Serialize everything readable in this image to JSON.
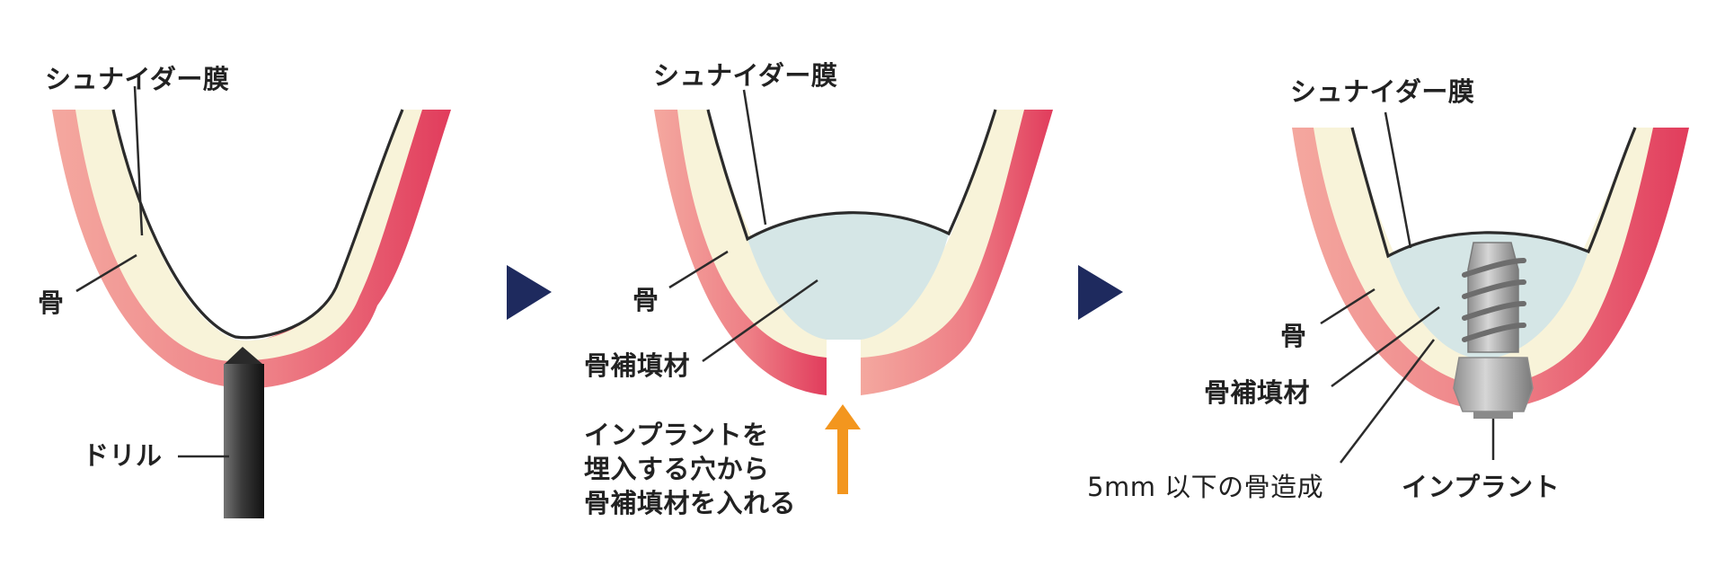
{
  "panel1": {
    "membrane_label": "シュナイダー膜",
    "bone_label": "骨",
    "drill_label": "ドリル"
  },
  "panel2": {
    "membrane_label": "シュナイダー膜",
    "bone_label": "骨",
    "graft_label": "骨補填材",
    "note_line1": "インプラントを",
    "note_line2": "埋入する穴から",
    "note_line3": "骨補填材を入れる"
  },
  "panel3": {
    "membrane_label": "シュナイダー膜",
    "bone_label": "骨",
    "graft_label": "骨補填材",
    "bone_formation_label": "5mm 以下の骨造成",
    "implant_label": "インプラント"
  },
  "colors": {
    "bone_outer_light": "#f3a39a",
    "bone_outer_dark": "#e23f5e",
    "bone_inner": "#f8f3da",
    "graft": "#d5e6e6",
    "arrow_step": "#1e2a5e",
    "arrow_insert": "#f3961e",
    "drill_light": "#6e6e6e",
    "drill_dark": "#1a1a1a"
  }
}
